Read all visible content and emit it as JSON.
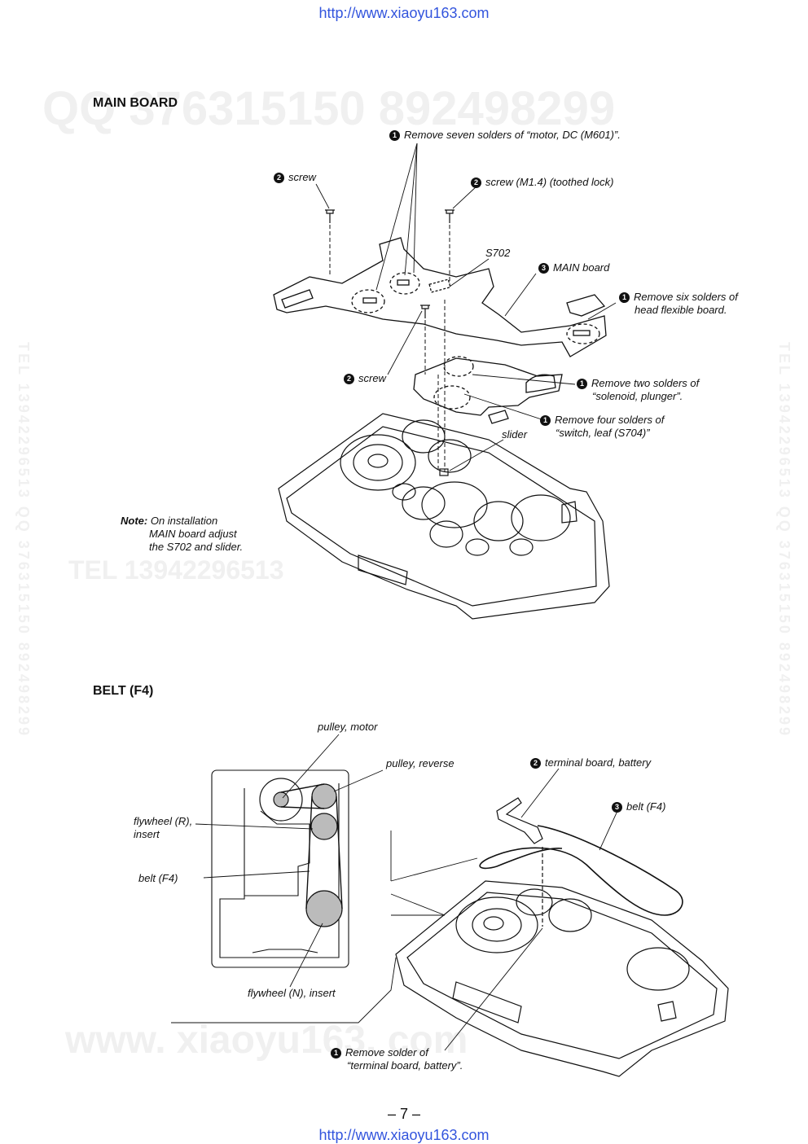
{
  "header": {
    "url": "http://www.xiaoyu163.com"
  },
  "footer": {
    "url": "http://www.xiaoyu163.com",
    "page_number": "– 7 –"
  },
  "watermarks": {
    "qq": "QQ 376315150   892498299",
    "tel": "TEL 13942296513",
    "www": "www. xiaoyu163. com",
    "side": "TEL 13942296513  QQ 376315150  892498299"
  },
  "main_board": {
    "title": "MAIN  BOARD",
    "labels": {
      "motor": {
        "num": "1",
        "text": "Remove seven solders of “motor, DC (M601)”."
      },
      "screw_left": {
        "num": "2",
        "text": "screw"
      },
      "screw_m14": {
        "num": "2",
        "text": "screw (M1.4) (toothed lock)"
      },
      "s702": {
        "text": "S702"
      },
      "main_board": {
        "num": "3",
        "text": "MAIN board"
      },
      "head_flex_line1": {
        "num": "1",
        "text": "Remove six solders of"
      },
      "head_flex_line2": {
        "text": "head flexible board."
      },
      "screw_center": {
        "num": "2",
        "text": "screw"
      },
      "solenoid_line1": {
        "num": "1",
        "text": "Remove two solders of"
      },
      "solenoid_line2": {
        "text": "“solenoid, plunger”."
      },
      "switch_line1": {
        "num": "1",
        "text": "Remove four solders of"
      },
      "switch_line2": {
        "text": "“switch, leaf (S704)”"
      },
      "slider": {
        "text": "slider"
      }
    },
    "note": {
      "label": "Note:",
      "line1": "On installation",
      "line2": "MAIN board adjust",
      "line3": "the S702 and slider."
    }
  },
  "belt": {
    "title": "BELT (F4)",
    "labels": {
      "pulley_motor": {
        "text": "pulley, motor"
      },
      "pulley_reverse": {
        "text": "pulley, reverse"
      },
      "flywheel_r_line1": {
        "text": "flywheel (R),"
      },
      "flywheel_r_line2": {
        "text": "insert"
      },
      "belt_f4_left": {
        "text": "belt (F4)"
      },
      "flywheel_n": {
        "text": "flywheel (N), insert"
      },
      "terminal_board": {
        "num": "2",
        "text": "terminal board, battery"
      },
      "belt_f4_right": {
        "num": "3",
        "text": "belt (F4)"
      },
      "solder_line1": {
        "num": "1",
        "text": "Remove solder of"
      },
      "solder_line2": {
        "text": "“terminal board, battery”."
      }
    }
  }
}
